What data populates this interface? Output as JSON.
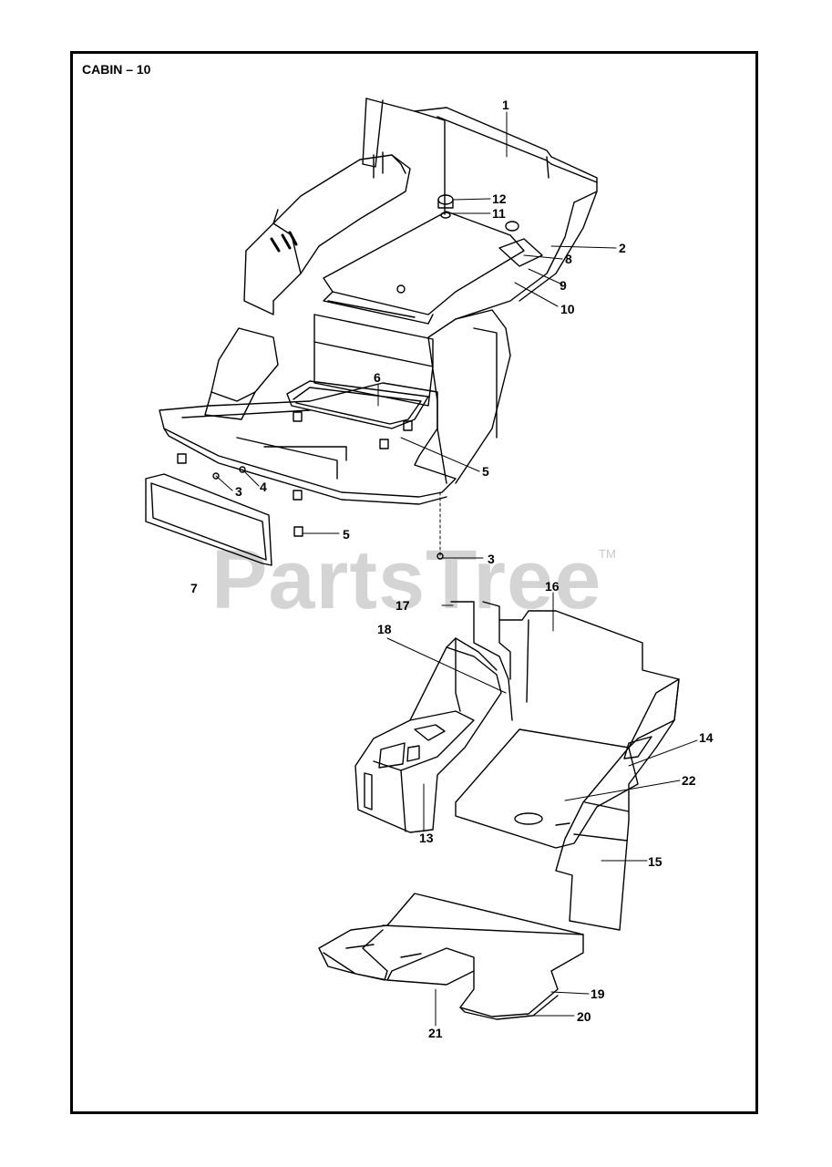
{
  "title": "CABIN – 10",
  "watermark": {
    "text": "PartsTree",
    "tm": "TM"
  },
  "callouts": [
    {
      "id": "c1",
      "label": "1"
    },
    {
      "id": "c2",
      "label": "2"
    },
    {
      "id": "c12",
      "label": "12"
    },
    {
      "id": "c11",
      "label": "11"
    },
    {
      "id": "c8",
      "label": "8"
    },
    {
      "id": "c9",
      "label": "9"
    },
    {
      "id": "c10",
      "label": "10"
    },
    {
      "id": "c6",
      "label": "6"
    },
    {
      "id": "c5a",
      "label": "5"
    },
    {
      "id": "c3a",
      "label": "3"
    },
    {
      "id": "c4",
      "label": "4"
    },
    {
      "id": "c5b",
      "label": "5"
    },
    {
      "id": "c3b",
      "label": "3"
    },
    {
      "id": "c7",
      "label": "7"
    },
    {
      "id": "c17",
      "label": "17"
    },
    {
      "id": "c16",
      "label": "16"
    },
    {
      "id": "c18",
      "label": "18"
    },
    {
      "id": "c14",
      "label": "14"
    },
    {
      "id": "c22",
      "label": "22"
    },
    {
      "id": "c13",
      "label": "13"
    },
    {
      "id": "c15",
      "label": "15"
    },
    {
      "id": "c19",
      "label": "19"
    },
    {
      "id": "c20",
      "label": "20"
    },
    {
      "id": "c21",
      "label": "21"
    }
  ]
}
